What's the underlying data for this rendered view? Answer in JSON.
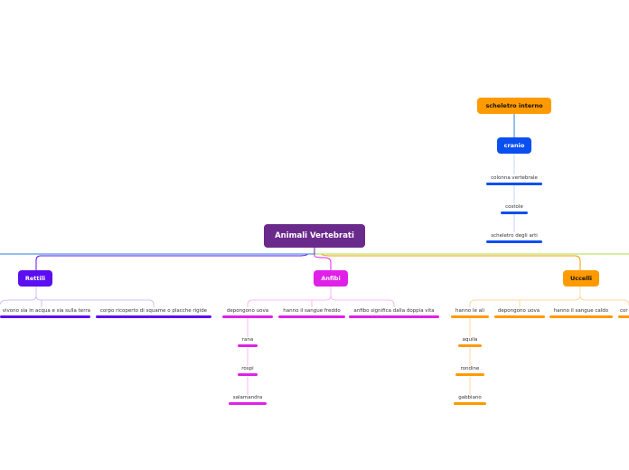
{
  "colors": {
    "root": "#6a2a8c",
    "rettili": "#5b0ff0",
    "anfibi": "#e020e8",
    "uccelli": "#ff9a00",
    "scheletro": "#ff9a00",
    "cranio": "#0a4ff0",
    "green_line": "#a8e040",
    "blue_line": "#2a7fe0"
  },
  "root": {
    "label": "Animali Vertebrati"
  },
  "scheletro": {
    "label": "scheletro interno",
    "cranio": {
      "label": "cranio"
    },
    "items": [
      "colonna vertebrale",
      "costole",
      "scheletro degli arti"
    ]
  },
  "rettili": {
    "label": "Rettili",
    "items": [
      "vivono sia in acqua e sia sulla terra",
      "corpo ricoperto di squame o placche rigide"
    ]
  },
  "anfibi": {
    "label": "Anfibi",
    "items": [
      "depongono uova",
      "hanno il sangue freddo",
      "anfibo significa dalla doppia vita"
    ],
    "examples": [
      "rana",
      "rospi",
      "salamandra"
    ]
  },
  "uccelli": {
    "label": "Uccelli",
    "items": [
      "hanno le ali",
      "depongono uova",
      "hanno il sangue caldo",
      "cor"
    ],
    "examples": [
      "aquila",
      "rondine",
      "gabbiano"
    ]
  }
}
